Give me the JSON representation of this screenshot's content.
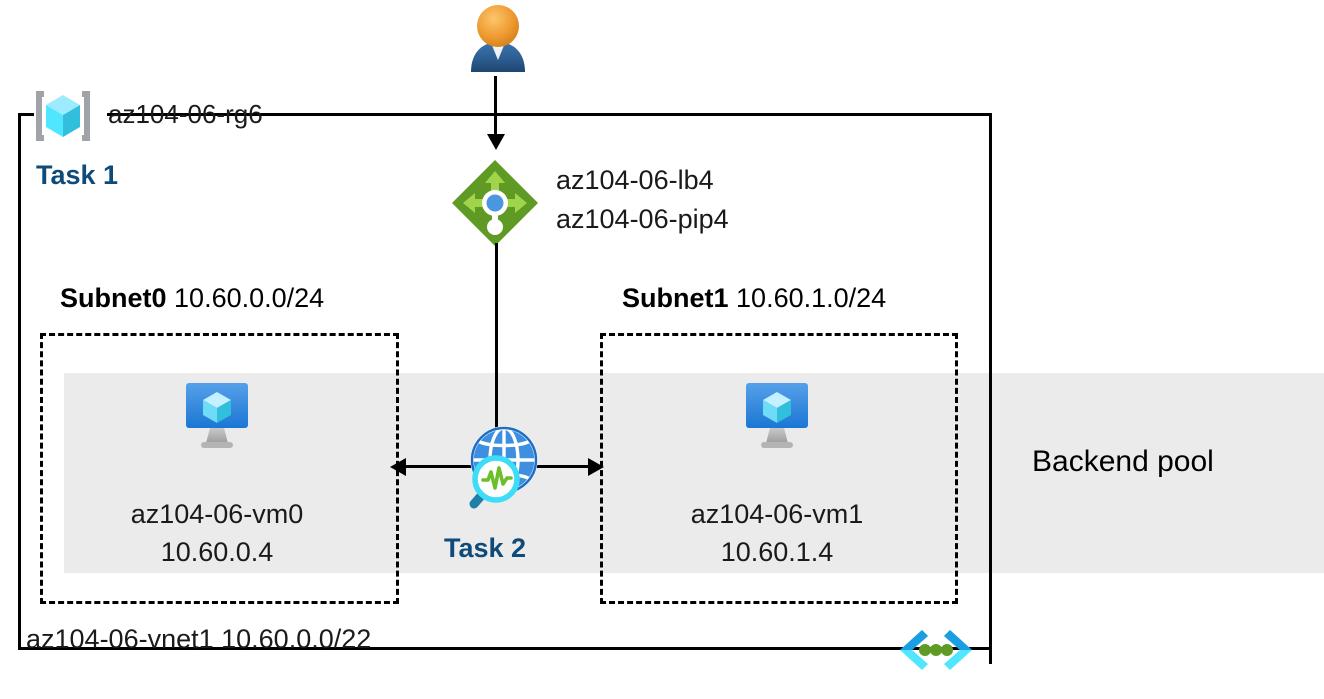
{
  "diagram": {
    "title": "Azure load balancer lab topology",
    "resource_group": {
      "name": "az104-06-rg6",
      "icon": "resource-group-icon",
      "task_label": "Task 1"
    },
    "user": {
      "icon": "user-icon"
    },
    "load_balancer": {
      "icon": "load-balancer-icon",
      "name": "az104-06-lb4",
      "public_ip": "az104-06-pip4"
    },
    "subnets": [
      {
        "name": "Subnet0",
        "cidr": "10.60.0.0/24",
        "vm": {
          "icon": "virtual-machine-icon",
          "name": "az104-06-vm0",
          "ip": "10.60.0.4"
        }
      },
      {
        "name": "Subnet1",
        "cidr": "10.60.1.0/24",
        "vm": {
          "icon": "virtual-machine-icon",
          "name": "az104-06-vm1",
          "ip": "10.60.1.4"
        }
      }
    ],
    "network_watcher": {
      "icon": "network-watcher-icon",
      "task_label": "Task 2"
    },
    "backend_pool": {
      "label": "Backend pool"
    },
    "vnet": {
      "icon": "virtual-network-icon",
      "label": "az104-06-vnet1 10.60.0.0/22"
    },
    "colors": {
      "task_blue": "#0e4b79",
      "backend_grey": "#ebebeb",
      "lb_green": "#5e9a24",
      "vm_blue": "#1b77d4",
      "cube_cyan": "#50e6ff",
      "user_orange": "#e8962a",
      "user_body_blue": "#2a5b92",
      "stroke_black": "#000000"
    }
  }
}
